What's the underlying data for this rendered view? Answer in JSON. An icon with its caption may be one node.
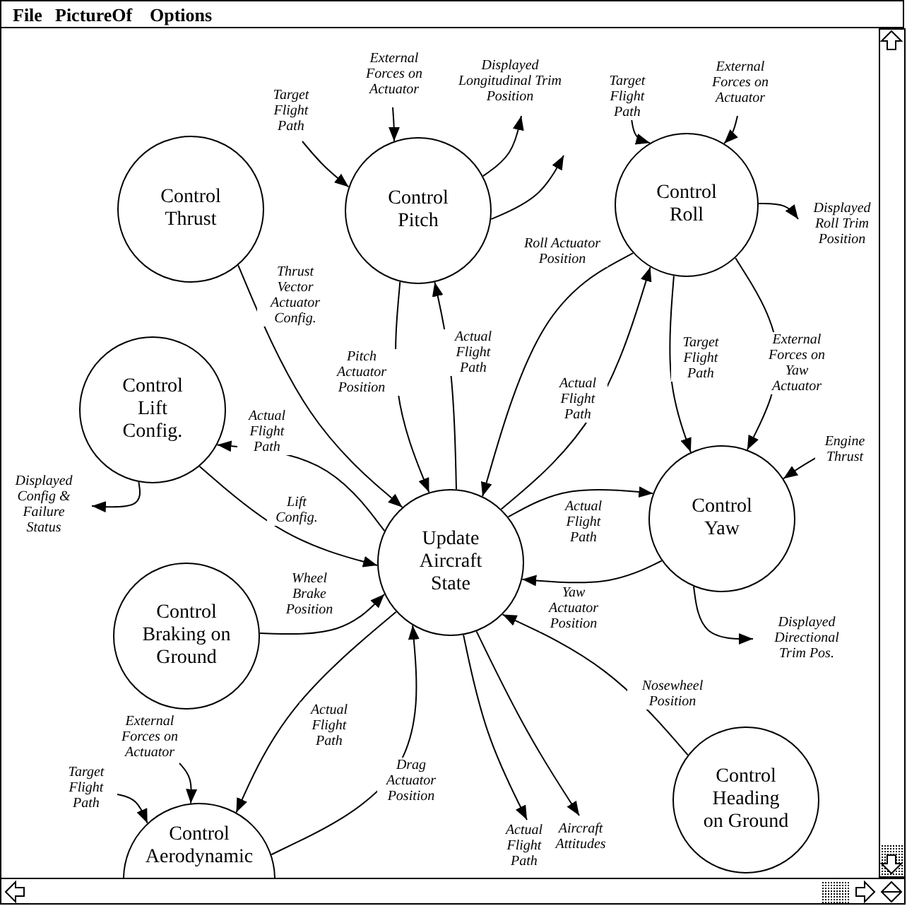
{
  "diagram": {
    "nodes": [
      {
        "text": [
          "Control Thrust"
        ]
      },
      {
        "text": [
          "Control Pitch"
        ]
      },
      {
        "text": [
          "Control Roll"
        ]
      },
      {
        "text": [
          "Control Lift Config."
        ]
      },
      {
        "text": [
          "Update Aircraft State"
        ]
      },
      {
        "text": [
          "Control Yaw"
        ]
      },
      {
        "text": [
          "Control Braking on Ground"
        ]
      },
      {
        "text": [
          "Control Heading on Ground"
        ]
      },
      {
        "text": [
          "Control Aerodynamic"
        ]
      }
    ],
    "edges": [
      {
        "from": null,
        "to": 1,
        "arrow": "to",
        "label": "Target Flight Path"
      },
      {
        "from": null,
        "to": 1,
        "arrow": "to",
        "label": "External Forces on Actuator"
      },
      {
        "from": 1,
        "to": null,
        "arrow": "to",
        "label": "Displayed Longitudinal Trim Position"
      },
      {
        "from": 1,
        "to": null,
        "arrow": "to"
      },
      {
        "from": null,
        "to": 2,
        "arrow": "to",
        "label": "Target Flight Path"
      },
      {
        "from": null,
        "to": 2,
        "arrow": "to",
        "label": "External Forces on Actuator"
      },
      {
        "from": 2,
        "to": null,
        "arrow": "to",
        "label": "Displayed Roll Trim Position"
      },
      {
        "from": 2,
        "to": 4,
        "arrow": "to",
        "label": "Roll Actuator Position"
      },
      {
        "from": 4,
        "to": 2,
        "arrow": "to",
        "label": "Actual Flight Path"
      },
      {
        "from": 0,
        "to": 4,
        "arrow": "to",
        "label": "Thrust Vector Actuator Config."
      },
      {
        "from": 1,
        "to": 4,
        "arrow": "to",
        "label": "Pitch Actuator Position"
      },
      {
        "from": 4,
        "to": 1,
        "arrow": "to",
        "label": "Actual Flight Path"
      },
      {
        "from": 4,
        "to": 3,
        "arrow": "to",
        "label": "Actual Flight Path"
      },
      {
        "from": 3,
        "to": 4,
        "arrow": "to",
        "label": "Lift Config."
      },
      {
        "from": 3,
        "to": null,
        "arrow": "to",
        "label": "Displayed Config & Failure Status"
      },
      {
        "from": 6,
        "to": 4,
        "arrow": "to",
        "label": "Wheel Brake Position"
      },
      {
        "from": 4,
        "to": 8,
        "arrow": "to",
        "label": "Actual Flight Path"
      },
      {
        "from": 8,
        "to": 4,
        "arrow": "to",
        "label": "Drag Actuator Position"
      },
      {
        "from": null,
        "to": 8,
        "arrow": "to",
        "label": "Target Flight Path"
      },
      {
        "from": null,
        "to": 8,
        "arrow": "to",
        "label": "External Forces on Actuator"
      },
      {
        "from": 4,
        "to": null,
        "arrow": "to",
        "label": "Actual Flight Path"
      },
      {
        "from": 4,
        "to": null,
        "arrow": "to",
        "label": "Aircraft Attitudes"
      },
      {
        "from": 7,
        "to": 4,
        "arrow": "to",
        "label": "Nosewheel Position"
      },
      {
        "from": 4,
        "to": 5,
        "arrow": "to",
        "label": "Actual Flight Path"
      },
      {
        "from": 5,
        "to": 4,
        "arrow": "to",
        "label": "Yaw Actuator Position"
      },
      {
        "from": 5,
        "to": null,
        "arrow": "to",
        "label": "Displayed Directional Trim Pos."
      },
      {
        "from": null,
        "to": 5,
        "arrow": "to",
        "label": "Engine Thrust"
      },
      {
        "from": 2,
        "to": 5,
        "arrow": "to",
        "label": "Target Flight Path"
      },
      {
        "from": 2,
        "to": 5,
        "arrow": "to",
        "label": "External Forces on Yaw Actuator"
      }
    ],
    "labels": [
      "File",
      "PictureOf",
      "Options"
    ]
  }
}
